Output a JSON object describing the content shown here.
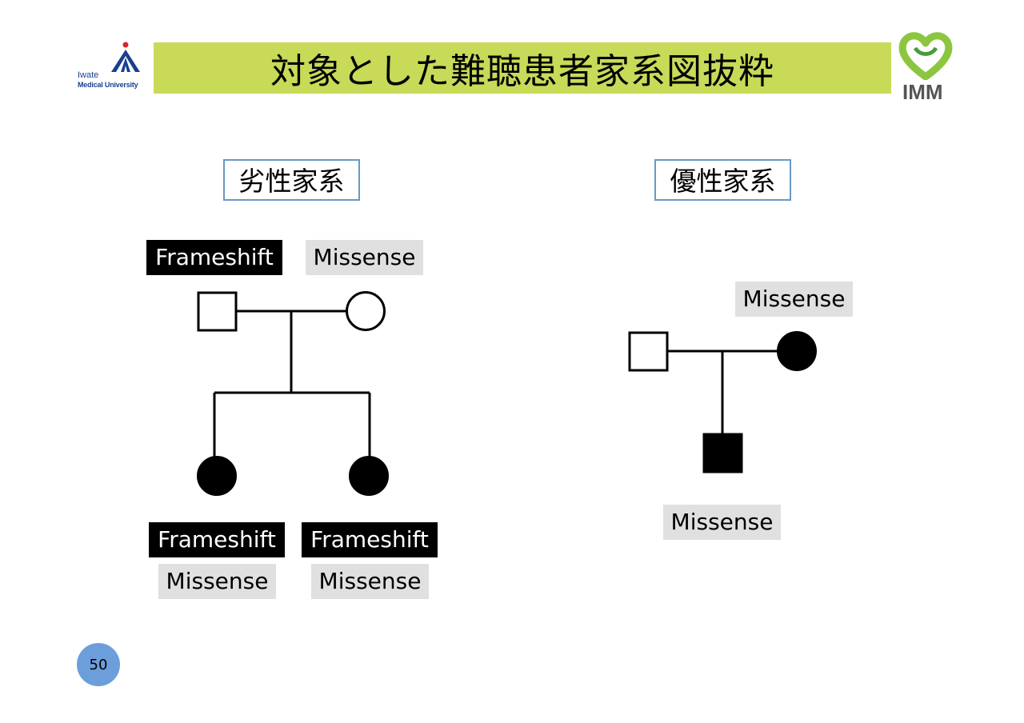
{
  "title": "対象とした難聴患者家系図抜粋",
  "logo_left": {
    "line1": "Iwate",
    "line2": "Medical University",
    "icon": "university-logo-icon"
  },
  "logo_right": {
    "text": "IMM",
    "icon": "green-heart-ribbon-icon"
  },
  "recessive": {
    "label": "劣性家系",
    "father_tag": "Frameshift",
    "mother_tag": "Missense",
    "child1_tags": [
      "Frameshift",
      "Missense"
    ],
    "child2_tags": [
      "Frameshift",
      "Missense"
    ]
  },
  "dominant": {
    "label": "優性家系",
    "mother_tag": "Missense",
    "child_tag": "Missense"
  },
  "page_number": "50",
  "colors": {
    "title_bar": "#c8da58",
    "label_border": "#6a98c4",
    "page_badge": "#6b9edb",
    "tag_gray": "#e0e0e0",
    "tag_black": "#000000"
  }
}
